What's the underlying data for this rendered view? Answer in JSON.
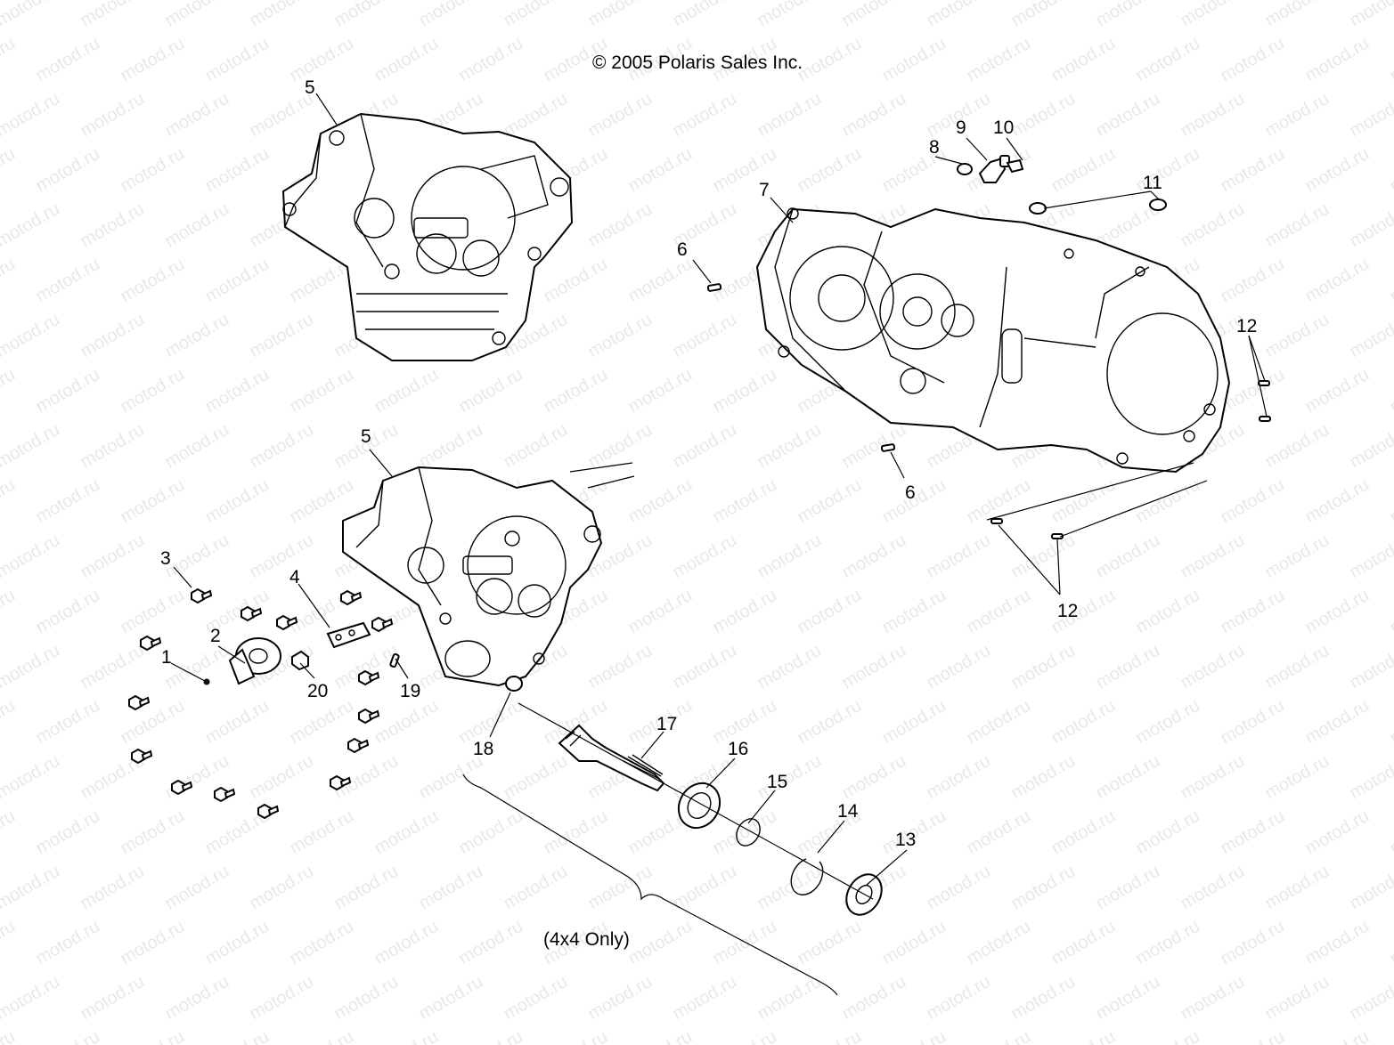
{
  "copyright": "© 2005 Polaris Sales Inc.",
  "watermark": "motod.ru",
  "note": "(4x4 Only)",
  "callouts": [
    "1",
    "2",
    "3",
    "4",
    "5",
    "5",
    "6",
    "6",
    "7",
    "8",
    "9",
    "10",
    "11",
    "12",
    "12",
    "13",
    "14",
    "15",
    "16",
    "17",
    "18",
    "19",
    "20"
  ]
}
